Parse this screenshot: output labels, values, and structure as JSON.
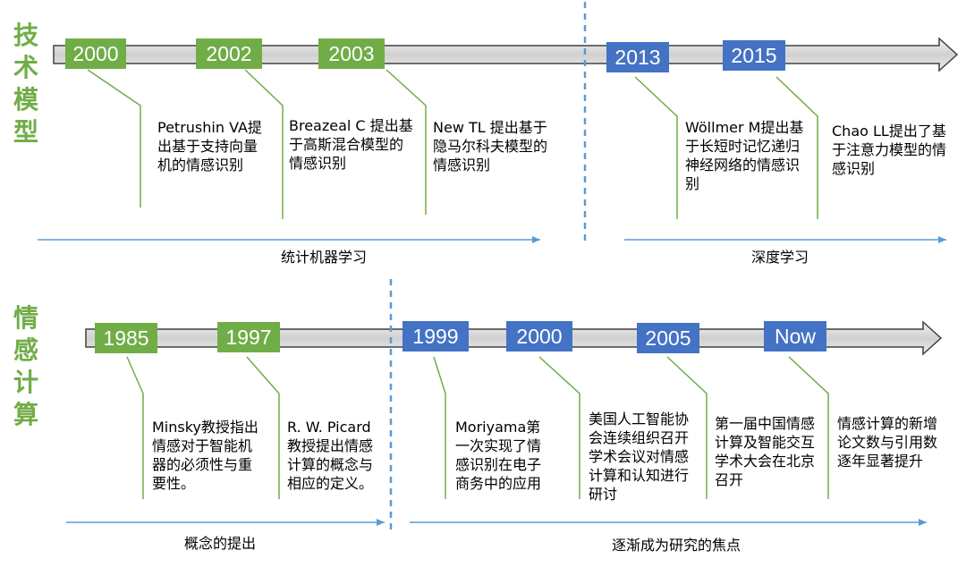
{
  "sections": {
    "technology": {
      "title": "技术模型",
      "events": [
        {
          "year": "2000",
          "desc": "Petrushin VA提出基于支持向量机的情感识别",
          "color": "green"
        },
        {
          "year": "2002",
          "desc": "Breazeal C 提出基于高斯混合模型的情感识别",
          "color": "green"
        },
        {
          "year": "2003",
          "desc": "New TL 提出基于隐马尔科夫模型的情感识别",
          "color": "green"
        },
        {
          "year": "2013",
          "desc": "Wöllmer M提出基于长短时记忆递归神经网络的情感识别",
          "color": "blue"
        },
        {
          "year": "2015",
          "desc": "Chao LL提出了基于注意力模型的情感识别",
          "color": "blue"
        }
      ],
      "phases": [
        "统计机器学习",
        "深度学习"
      ]
    },
    "affective": {
      "title": "情感计算",
      "events": [
        {
          "year": "1985",
          "desc": "Minsky教授指出情感对于智能机器的必须性与重要性。",
          "color": "green"
        },
        {
          "year": "1997",
          "desc": "R. W. Picard教授提出情感计算的概念与相应的定义。",
          "color": "green"
        },
        {
          "year": "1999",
          "desc": "Moriyama第一次实现了情感识别在电子商务中的应用",
          "color": "blue"
        },
        {
          "year": "2000",
          "desc": "美国人工智能协会连续组织召开学术会议对情感计算和认知进行研讨",
          "color": "blue"
        },
        {
          "year": "2005",
          "desc": "第一届中国情感计算及智能交互学术大会在北京召开",
          "color": "blue"
        },
        {
          "year": "Now",
          "desc": "情感计算的新增论文数与引用数逐年显著提升",
          "color": "blue"
        }
      ],
      "phases": [
        "概念的提出",
        "逐渐成为研究的焦点"
      ]
    }
  },
  "colors": {
    "green": "#70ad47",
    "blue": "#4472c4",
    "dashed": "#5b9bd5",
    "phase_arrow": "#5b9bd5",
    "timeline_bar": "#d9d9d9"
  }
}
